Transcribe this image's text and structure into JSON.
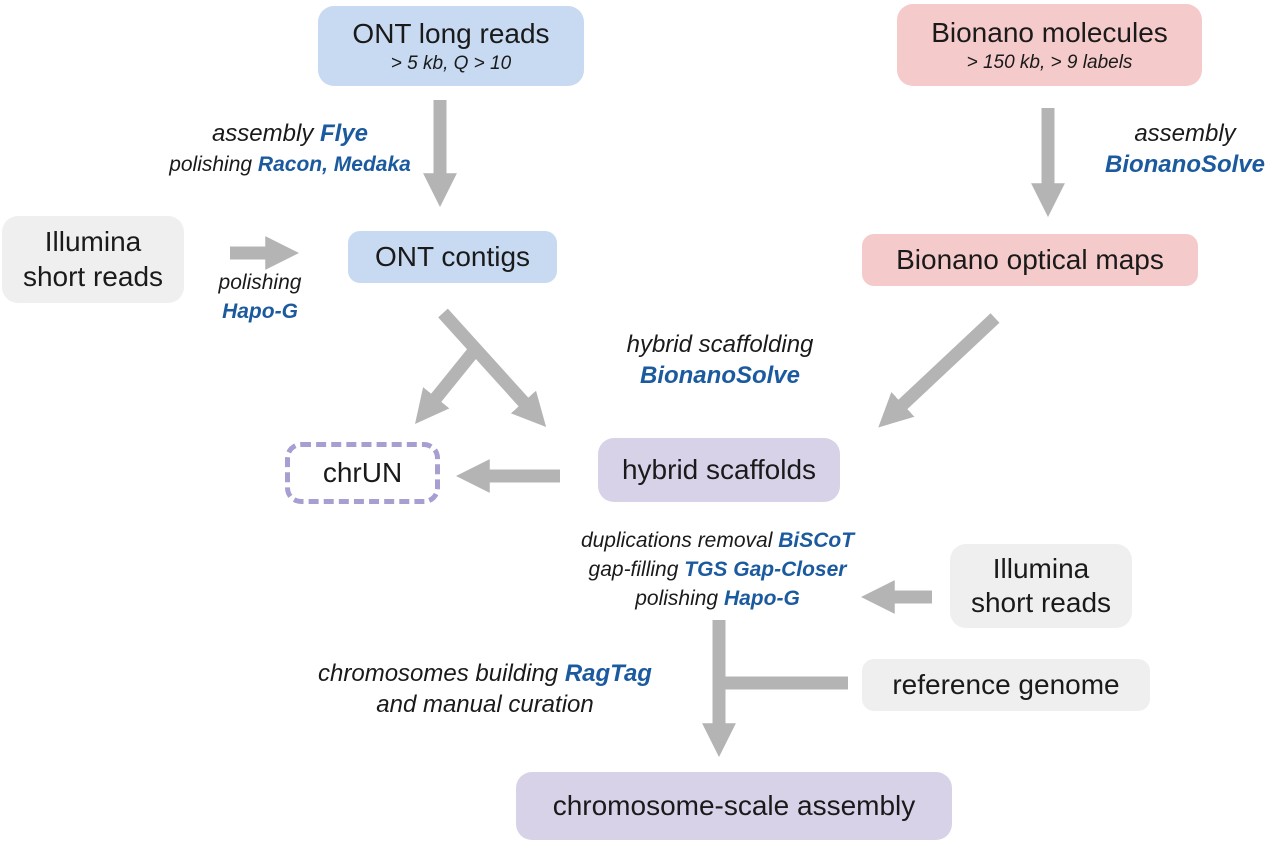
{
  "figure": {
    "type": "flowchart",
    "description": "Genome assembly pipeline combining ONT long reads, Bionano optical maps and Illumina short reads into a chromosome-scale assembly"
  },
  "colors": {
    "blue_box": "#c8daf2",
    "pink_box": "#f5caca",
    "gray_box": "#efefef",
    "purple_box": "#d8d2e9",
    "dashed_border": "#a79ed2",
    "arrow": "#b4b4b4",
    "tool_text": "#1b5a9e",
    "text": "#1a1a1a"
  },
  "nodes": {
    "ont_long_reads": {
      "title": "ONT long reads",
      "subtitle": "> 5 kb, Q > 10"
    },
    "bionano_molecules": {
      "title": "Bionano molecules",
      "subtitle": "> 150 kb, > 9 labels"
    },
    "illumina_left": {
      "line1": "Illumina",
      "line2": "short reads"
    },
    "ont_contigs": {
      "title": "ONT contigs"
    },
    "bionano_optical_maps": {
      "title": "Bionano optical maps"
    },
    "chrun": {
      "title": "chrUN"
    },
    "hybrid_scaffolds": {
      "title": "hybrid scaffolds"
    },
    "illumina_right": {
      "line1": "Illumina",
      "line2": "short reads"
    },
    "reference_genome": {
      "title": "reference genome"
    },
    "chromosome_assembly": {
      "title": "chromosome-scale assembly"
    }
  },
  "steps": {
    "ont_assembly": {
      "line1_prefix": "assembly ",
      "line1_tool": "Flye",
      "line2_prefix": "polishing ",
      "line2_tool": "Racon, Medaka"
    },
    "bionano_assembly": {
      "line1": "assembly",
      "line2_tool": "BionanoSolve"
    },
    "illumina_polishing": {
      "line1": "polishing",
      "line2_tool": "Hapo-G"
    },
    "hybrid_scaffolding": {
      "line1": "hybrid scaffolding",
      "line2_tool": "BionanoSolve"
    },
    "post_scaffolding": {
      "line1_prefix": "duplications removal ",
      "line1_tool": "BiSCoT",
      "line2_prefix": "gap-filling ",
      "line2_tool": "TGS Gap-Closer",
      "line3_prefix": "polishing ",
      "line3_tool": "Hapo-G"
    },
    "chromosome_building": {
      "line1_prefix": "chromosomes building ",
      "line1_tool": "RagTag",
      "line2": "and manual curation"
    }
  },
  "edges": [
    {
      "from": "ONT long reads",
      "to": "ONT contigs",
      "label": "assembly Flye; polishing Racon, Medaka"
    },
    {
      "from": "Bionano molecules",
      "to": "Bionano optical maps",
      "label": "assembly BionanoSolve"
    },
    {
      "from": "Illumina short reads",
      "to": "ONT contigs",
      "label": "polishing Hapo-G"
    },
    {
      "from": "ONT contigs",
      "to": "hybrid scaffolds",
      "label": "hybrid scaffolding BionanoSolve"
    },
    {
      "from": "ONT contigs",
      "to": "chrUN",
      "label": ""
    },
    {
      "from": "Bionano optical maps",
      "to": "hybrid scaffolds",
      "label": "hybrid scaffolding BionanoSolve"
    },
    {
      "from": "hybrid scaffolds",
      "to": "chrUN",
      "label": ""
    },
    {
      "from": "Illumina short reads",
      "to": "hybrid scaffolds post-processing",
      "label": "duplications removal BiSCoT; gap-filling TGS Gap-Closer; polishing Hapo-G"
    },
    {
      "from": "reference genome",
      "to": "chromosome-scale assembly",
      "label": ""
    },
    {
      "from": "hybrid scaffolds",
      "to": "chromosome-scale assembly",
      "label": "chromosomes building RagTag and manual curation"
    }
  ]
}
